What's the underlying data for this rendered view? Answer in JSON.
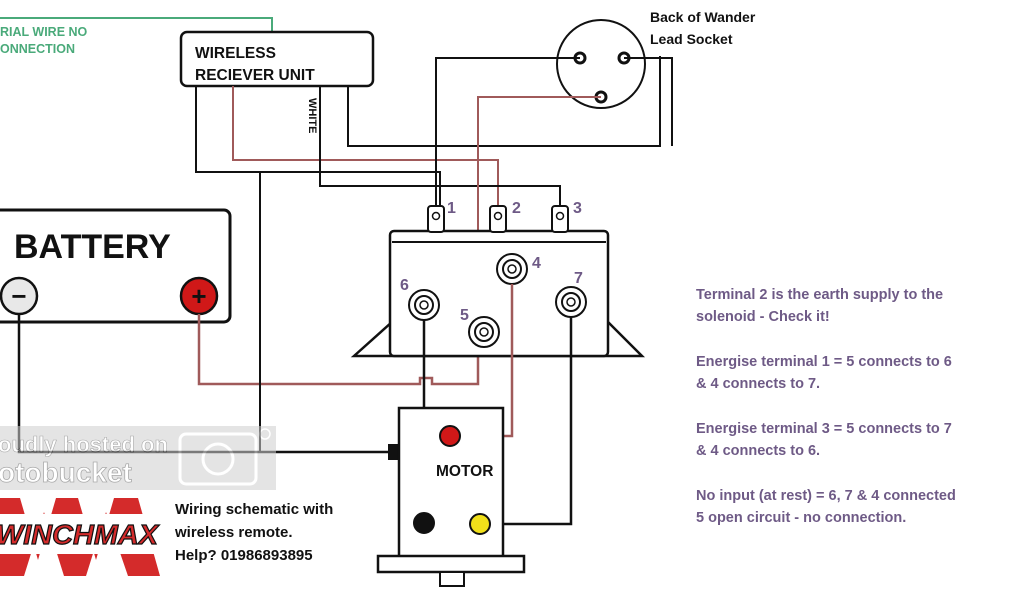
{
  "colors": {
    "wire": "#111111",
    "red_wire": "#a05a5a",
    "aerial_wire": "#4aaa7a",
    "note_text": "#6e5a86",
    "terminal_label": "#6e5a86",
    "red_dot": "#d01818",
    "yellow_dot": "#f1e01a",
    "logo_red": "#d42b2b"
  },
  "aerial_note": [
    "RIAL WIRE NO",
    "ONNECTION"
  ],
  "receiver_label": [
    "WIRELESS",
    "RECIEVER UNIT"
  ],
  "white_label": "WHITE",
  "socket_label": [
    "Back of Wander",
    "Lead Socket"
  ],
  "battery": {
    "label": "BATTERY",
    "negative": "−",
    "positive": "+"
  },
  "terminals": {
    "t1": "1",
    "t2": "2",
    "t3": "3",
    "t4": "4",
    "t5": "5",
    "t6": "6",
    "t7": "7"
  },
  "motor_label": "MOTOR",
  "watermark": [
    "oudly hosted on",
    "otobucket"
  ],
  "logo_text": "WINCHMAX",
  "caption": [
    "Wiring schematic with",
    "wireless remote.",
    "Help? 01986893895"
  ],
  "notes": [
    [
      "Terminal 2 is the earth supply to the",
      "solenoid - Check it!"
    ],
    [
      "Energise terminal 1 = 5 connects to 6",
      "& 4 connects to 7."
    ],
    [
      "Energise terminal 3 = 5 connects to 7",
      "& 4 connects to 6."
    ],
    [
      "No input (at rest) = 6, 7 & 4 connected",
      "5 open circuit - no connection."
    ]
  ]
}
